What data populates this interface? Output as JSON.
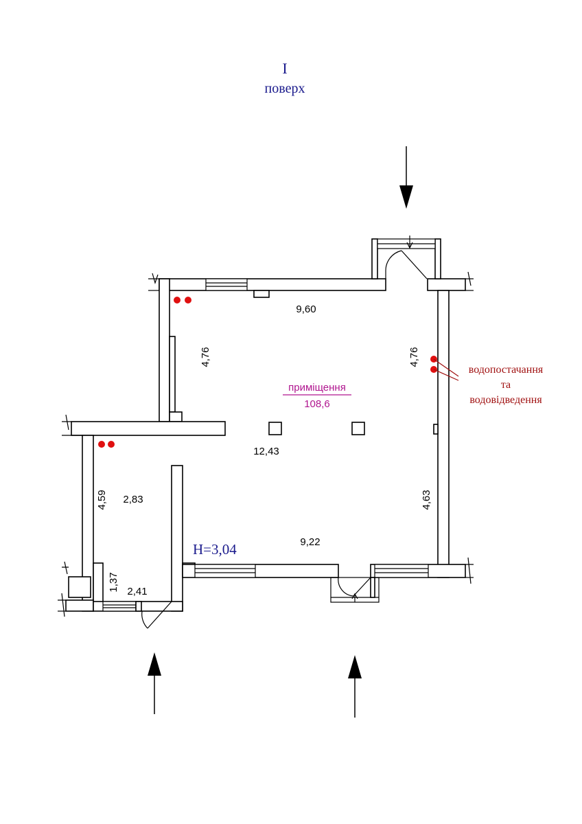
{
  "header": {
    "floor_number": "I",
    "floor_word": "поверх"
  },
  "room": {
    "name": "приміщення",
    "area": "108,6"
  },
  "dimensions": {
    "top_wall": "9,60",
    "left_upper": "4,76",
    "right_upper": "4,76",
    "middle_width": "12,43",
    "left_lower": "4,59",
    "small_room_width": "2,83",
    "right_lower": "4,63",
    "bottom_wall": "9,22",
    "vestibule_depth": "1,37",
    "vestibule_width": "2,41"
  },
  "ceiling_height": "H=3,04",
  "utility_note": {
    "line1": "водопостачання",
    "line2": "та",
    "line3": "водовідведення"
  },
  "colors": {
    "title": "#1a1a8c",
    "room_label": "#b0158f",
    "utility_marker": "#e01010",
    "utility_note": "#a01010",
    "lines": "#000000"
  },
  "icons": {
    "entrance_arrow": "entrance-arrow-icon",
    "utility_marker": "utility-dot-icon"
  }
}
